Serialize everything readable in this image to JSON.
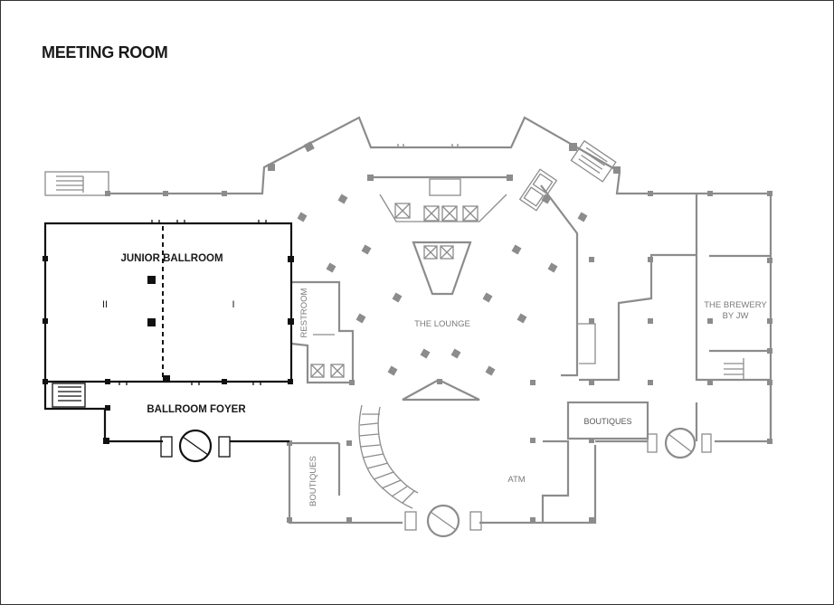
{
  "title": "MEETING ROOM",
  "colors": {
    "ballroom_walls": "#111111",
    "building_walls": "#8c8c8c",
    "background": "#ffffff"
  },
  "rooms": {
    "junior_ballroom": "JUNIOR BALLROOM",
    "section_ii": "II",
    "section_i": "I",
    "ballroom_foyer": "BALLROOM FOYER",
    "restroom": "RESTROOM",
    "the_lounge": "THE LOUNGE",
    "boutiques_left": "BOUTIQUES",
    "boutiques_right": "BOUTIQUES",
    "atm": "ATM",
    "brewery_line1": "THE BREWERY",
    "brewery_line2": "BY JW"
  }
}
